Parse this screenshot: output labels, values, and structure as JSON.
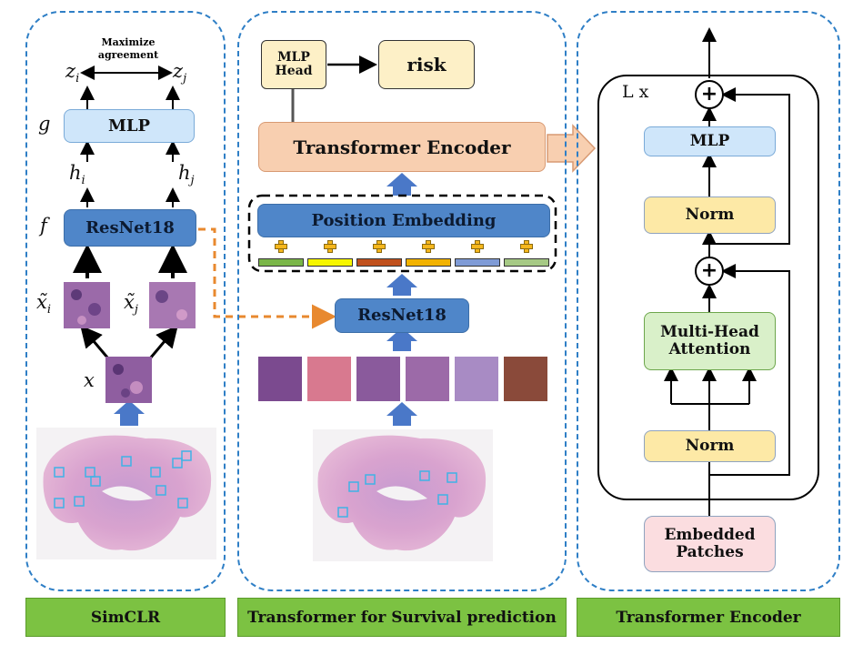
{
  "panels": {
    "simclr": {
      "footer": "SimCLR",
      "maximize": [
        "Maximize",
        "agreement"
      ],
      "mlp": "MLP",
      "resnet": "ResNet18",
      "labels": {
        "g": "g",
        "f": "f",
        "x": "x",
        "zi": "z",
        "zj": "z",
        "hi": "h",
        "hj": "h",
        "sub_i": "i",
        "sub_j": "j",
        "tilde_x": "x̃"
      }
    },
    "transformer": {
      "footer": "Transformer for Survival prediction",
      "mlp_head": [
        "MLP",
        "Head"
      ],
      "risk": "risk",
      "encoder": "Transformer Encoder",
      "position": "Position Embedding",
      "resnet": "ResNet18",
      "embedding_colors": [
        "#7ab648",
        "#f7f700",
        "#c0501c",
        "#f2b200",
        "#7f9bd6",
        "#a6c985"
      ]
    },
    "encoder": {
      "footer": "Transformer Encoder",
      "lx": "L x",
      "mlp": "MLP",
      "norm_top": "Norm",
      "attention": [
        "Multi-Head",
        "Attention"
      ],
      "norm_bottom": "Norm",
      "embedded": [
        "Embedded",
        "Patches"
      ],
      "plus": "+"
    }
  },
  "colors": {
    "dashed_border": "#2f7fc6",
    "footer_green": "#7cc242",
    "arrow_blue": "#4a78c8",
    "dashed_orange": "#e8892f"
  }
}
